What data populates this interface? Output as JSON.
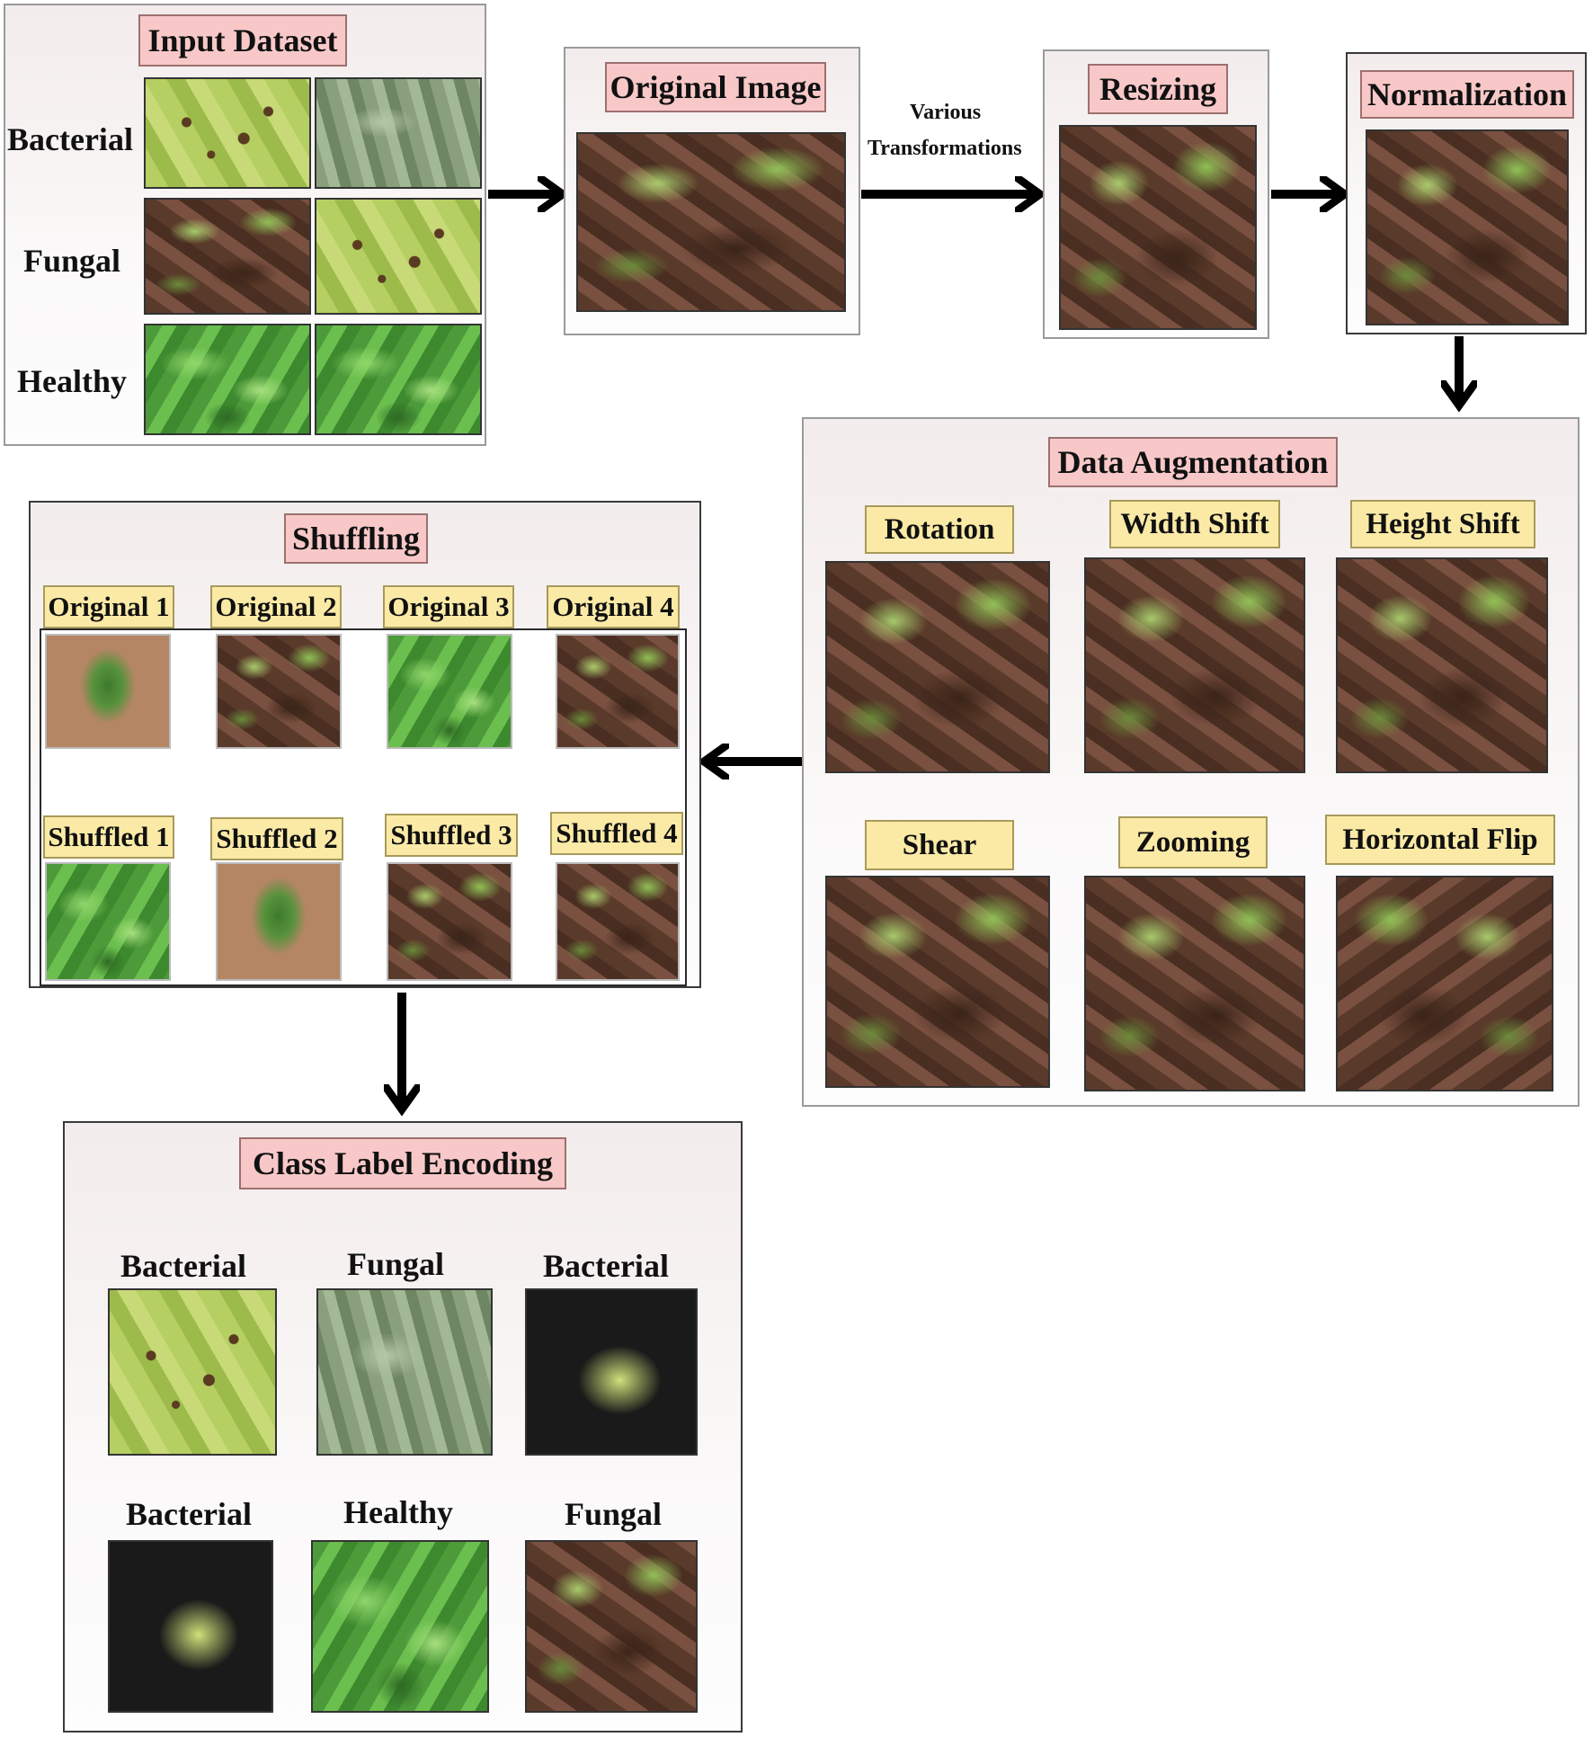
{
  "input_dataset": {
    "title": "Input Dataset",
    "rows": [
      "Bacterial",
      "Fungal",
      "Healthy"
    ]
  },
  "original_image": {
    "title": "Original Image"
  },
  "transform_caption": {
    "line1": "Various",
    "line2": "Transformations"
  },
  "resizing": {
    "title": "Resizing"
  },
  "normalization": {
    "title": "Normalization"
  },
  "augmentation": {
    "title": "Data Augmentation",
    "ops": [
      "Rotation",
      "Width Shift",
      "Height Shift",
      "Shear",
      "Zooming",
      "Horizontal Flip"
    ]
  },
  "shuffling": {
    "title": "Shuffling",
    "originals": [
      "Original 1",
      "Original 2",
      "Original 3",
      "Original 4"
    ],
    "shuffled": [
      "Shuffled 1",
      "Shuffled 2",
      "Shuffled 3",
      "Shuffled 4"
    ]
  },
  "encoding": {
    "title": "Class Label Encoding",
    "row1": [
      "Bacterial",
      "Fungal",
      "Bacterial"
    ],
    "row2": [
      "Bacterial",
      "Healthy",
      "Fungal"
    ]
  }
}
